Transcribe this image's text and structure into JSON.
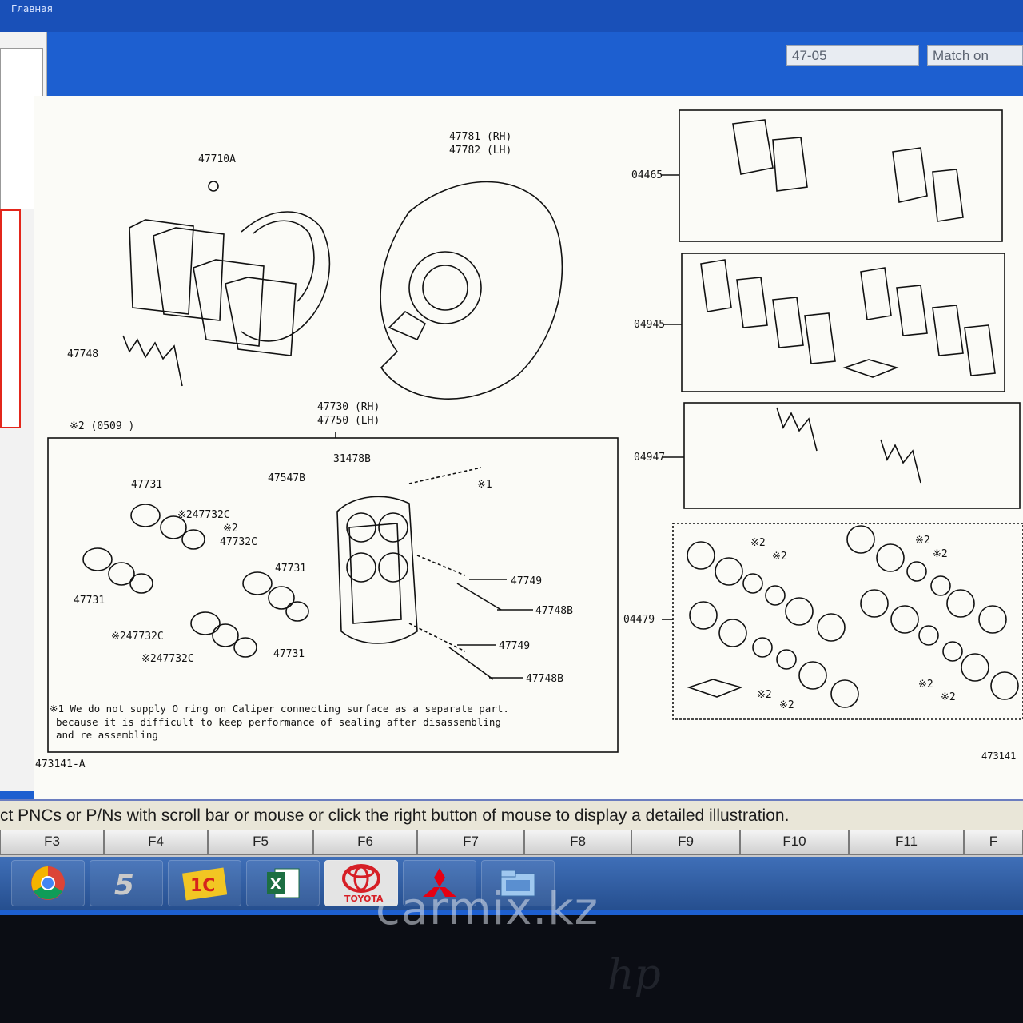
{
  "window": {
    "title": "Главная"
  },
  "header": {
    "code_field": "47-05",
    "match_field": "Match on"
  },
  "diagram": {
    "left_group_header": "※2 (0509   )",
    "parts": {
      "p47710A": "47710A",
      "p47781": "47781 (RH)",
      "p47782": "47782 (LH)",
      "p47748": "47748",
      "p04465": "04465",
      "p04945": "04945",
      "p04947": "04947",
      "p04479": "04479",
      "p47730": "47730 (RH)",
      "p47750": "47750 (LH)",
      "p31478B": "31478B",
      "p47547B": "47547B",
      "p47731_a": "47731",
      "p47732C_a": "※247732C",
      "p47732C_b": "※2",
      "p47732C_c": "47732C",
      "p47731_b": "47731",
      "p47731_c": "47731",
      "p47732C_d": "※247732C",
      "p47732C_e": "※247732C",
      "p47731_d": "47731",
      "p47749_a": "47749",
      "p47748B_a": "47748B",
      "p47749_b": "47749",
      "p47748B_b": "47748B",
      "star1": "※1",
      "star2_labels": [
        "※2",
        "※2",
        "※2",
        "※2",
        "※2",
        "※2",
        "※2",
        "※2"
      ]
    },
    "note_lines": [
      "※1 We do not supply O ring on Caliper connecting surface as a separate part.",
      "because it is difficult to keep performance of sealing after disassembling",
      "and re assembling"
    ],
    "figure_id": "473141-A",
    "figure_id_right": "473141"
  },
  "status_bar": {
    "text": "ct PNCs or P/Ns with scroll bar or mouse or click the right button of mouse to display a detailed illustration."
  },
  "function_keys": [
    "F3",
    "F4",
    "F5",
    "F6",
    "F7",
    "F8",
    "F9",
    "F10",
    "F11",
    "F"
  ],
  "taskbar": {
    "apps": [
      "chrome-icon",
      "s5-icon",
      "1c-icon",
      "excel-icon",
      "toyota-icon",
      "mitsubishi-icon",
      "file-manager-icon"
    ],
    "toyota_text": "TOYOTA"
  },
  "watermark": "carmix.kz",
  "bezel_logo": "hp"
}
